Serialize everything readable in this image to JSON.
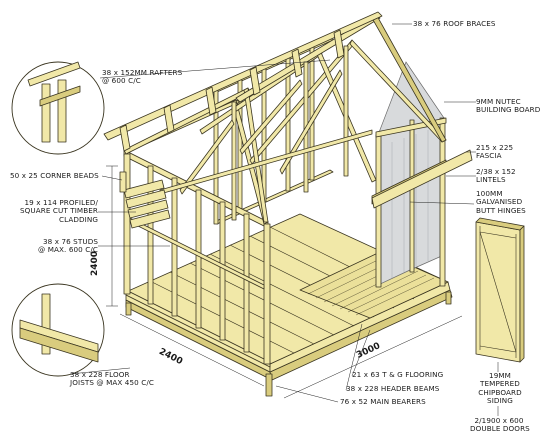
{
  "labels": {
    "roof_braces": "38 x 76 ROOF BRACES",
    "rafters": [
      "38 x 152MM RAFTERS",
      "@ 600 C/C"
    ],
    "nutec": [
      "9MM NUTEC",
      "BUILDING BOARD"
    ],
    "fascia": [
      "215 x 225",
      "FASCIA"
    ],
    "lintels": [
      "2/38 x 152",
      "LINTELS"
    ],
    "hinges": [
      "100MM",
      "GALVANISED",
      "BUTT HINGES"
    ],
    "corner_beads": "50 x 25 CORNER BEADS",
    "cladding": [
      "19 x 114 PROFILED/",
      "SQUARE CUT TIMBER",
      "CLADDING"
    ],
    "studs": [
      "38 x 76 STUDS",
      "@ MAX. 600 C/C"
    ],
    "floor_joists": [
      "38 x 228 FLOOR",
      "JOISTS @ MAX 450 C/C"
    ],
    "flooring": "21 x 63 T & G FLOORING",
    "header_beams": "38 x 228 HEADER BEAMS",
    "main_bearers": "76 x 52 MAIN BEARERS",
    "siding": [
      "19MM",
      "TEMPERED",
      "CHIPBOARD",
      "SIDING"
    ],
    "doors": [
      "2/1900 x 600",
      "DOUBLE DOORS"
    ]
  },
  "dimensions": {
    "height": "2400",
    "width": "2400",
    "length": "3000"
  },
  "colors": {
    "timber": "#f1e8a8",
    "timber_dark": "#d9cc7e",
    "board": "#d8dadc",
    "outline": "#3a3520"
  }
}
